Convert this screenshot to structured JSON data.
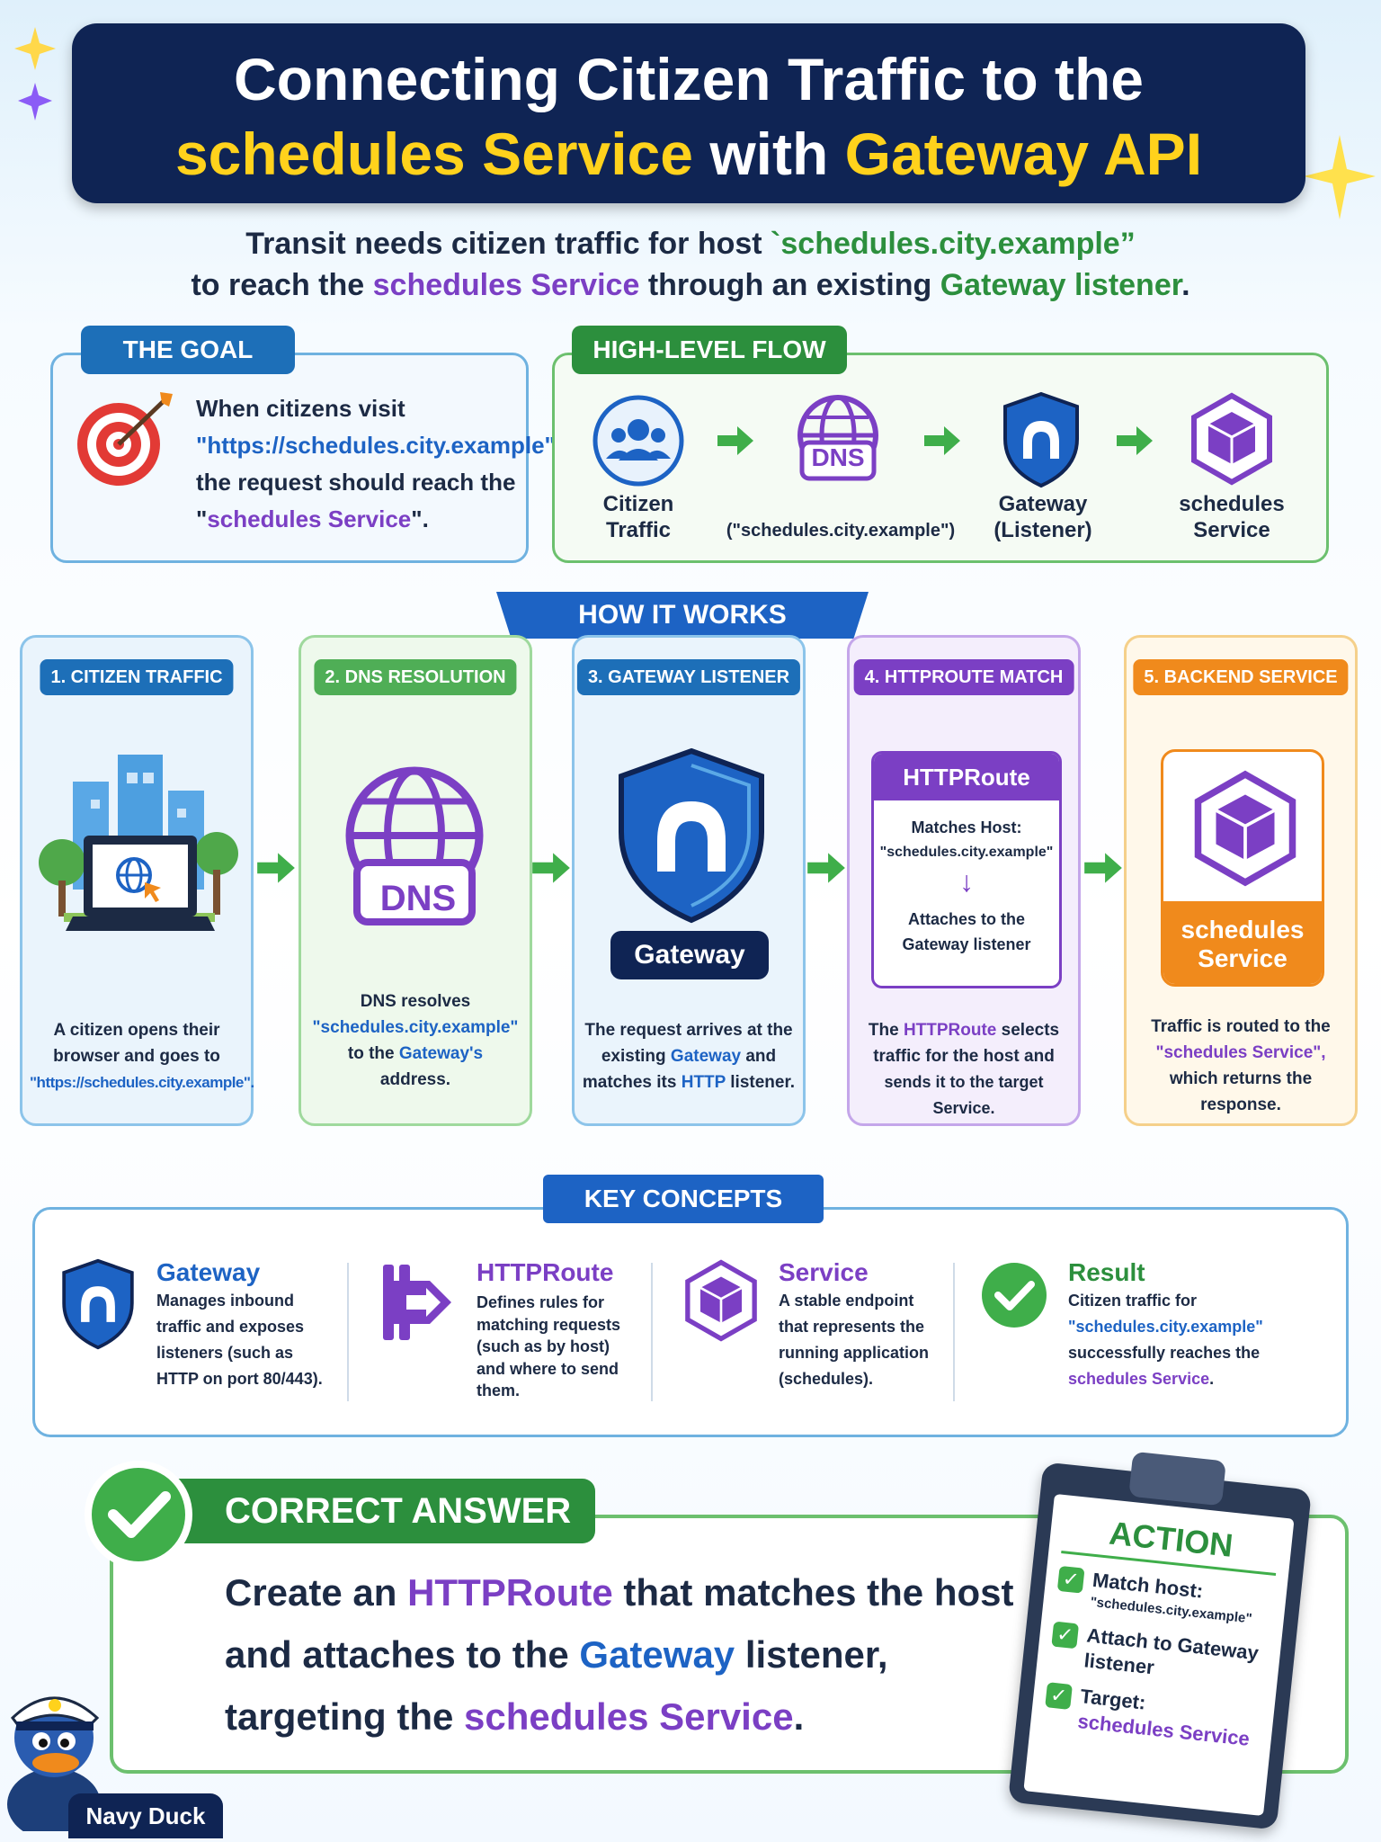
{
  "title": {
    "line1": "Connecting Citizen Traffic to the",
    "line2_a": "schedules Service",
    "line2_b": " with ",
    "line2_c": "Gateway API"
  },
  "intro": {
    "a": "Transit needs citizen traffic for host ",
    "b": "`schedules.city.example”",
    "c": "to reach the ",
    "d": "schedules Service",
    "e": " through an existing ",
    "f": "Gateway listener",
    "g": "."
  },
  "goal": {
    "tab": "THE GOAL",
    "t1": "When citizens visit",
    "t2": "\"https://schedules.city.example\"",
    "t3": "the request should reach the",
    "t4a": "\"",
    "t4b": "schedules Service",
    "t4c": "\"."
  },
  "flow": {
    "tab": "HIGH-LEVEL FLOW",
    "citizen": [
      "Citizen",
      "Traffic"
    ],
    "dns_icon": "DNS",
    "dns": "(\"schedules.city.example\")",
    "gateway": [
      "Gateway",
      "(Listener)"
    ],
    "service": [
      "schedules",
      "Service"
    ]
  },
  "how": {
    "banner": "HOW IT WORKS",
    "s1": {
      "tab": "1. CITIZEN TRAFFIC",
      "d1": "A citizen opens their",
      "d2": "browser and goes to",
      "d3": "\"https://schedules.city.example\"."
    },
    "s2": {
      "tab": "2. DNS RESOLUTION",
      "icon": "DNS",
      "d1": "DNS resolves",
      "d2": "\"schedules.city.example\"",
      "d3a": "to the ",
      "d3b": "Gateway's",
      "d4": "address."
    },
    "s3": {
      "tab": "3. GATEWAY LISTENER",
      "label": "Gateway",
      "d1": "The request arrives at the",
      "d2a": "existing ",
      "d2b": "Gateway",
      "d2c": " and",
      "d3a": "matches its ",
      "d3b": "HTTP",
      "d3c": " listener."
    },
    "s4": {
      "tab": "4. HTTPROUTE MATCH",
      "head": "HTTPRoute",
      "m1": "Matches Host:",
      "m2": "\"schedules.city.example\"",
      "m3": "Attaches to the",
      "m4": "Gateway listener",
      "d1a": "The ",
      "d1b": "HTTPRoute",
      "d1c": " selects",
      "d2": "traffic for the host and",
      "d3": "sends it to the target Service."
    },
    "s5": {
      "tab": "5. BACKEND SERVICE",
      "l1": "schedules",
      "l2": "Service",
      "d1": "Traffic is routed to the",
      "d2": "\"schedules Service\",",
      "d3": "which returns the",
      "d4": "response."
    }
  },
  "key": {
    "banner": "KEY CONCEPTS",
    "c1": {
      "title": "Gateway",
      "lines": [
        "Manages inbound",
        "traffic and exposes",
        "listeners (such as",
        "HTTP on port 80/443)."
      ]
    },
    "c2": {
      "title": "HTTPRoute",
      "lines": [
        "Defines rules for",
        "matching requests",
        "(such as by host)",
        "and where to send",
        "them."
      ]
    },
    "c3": {
      "title": "Service",
      "lines": [
        "A stable endpoint",
        "that represents the",
        "running application",
        "(schedules)."
      ]
    },
    "c4": {
      "title": "Result",
      "l1": "Citizen traffic for",
      "l2": "\"schedules.city.example\"",
      "l3": "successfully reaches the",
      "l4a": "schedules Service",
      "l4b": "."
    }
  },
  "answer": {
    "tab": "CORRECT ANSWER",
    "a1": "Create an ",
    "a2": "HTTPRoute",
    "a3": " that matches the host",
    "b1": "and attaches to the ",
    "b2": "Gateway",
    "b3": " listener,",
    "c1": "targeting the ",
    "c2": "schedules Service",
    "c3": "."
  },
  "action": {
    "title": "ACTION",
    "i1a": "Match host:",
    "i1b": "\"schedules.city.example\"",
    "i2a": "Attach to Gateway",
    "i2b": "listener",
    "i3a": "Target:",
    "i3b": "schedules Service"
  },
  "mascot": {
    "label": "Navy Duck"
  },
  "colors": {
    "navy": "#0f2454",
    "yellow": "#ffd21c",
    "purple": "#7b3fc4",
    "green": "#2c8f3d",
    "blue": "#1d63c4",
    "orange": "#f08a1c"
  }
}
